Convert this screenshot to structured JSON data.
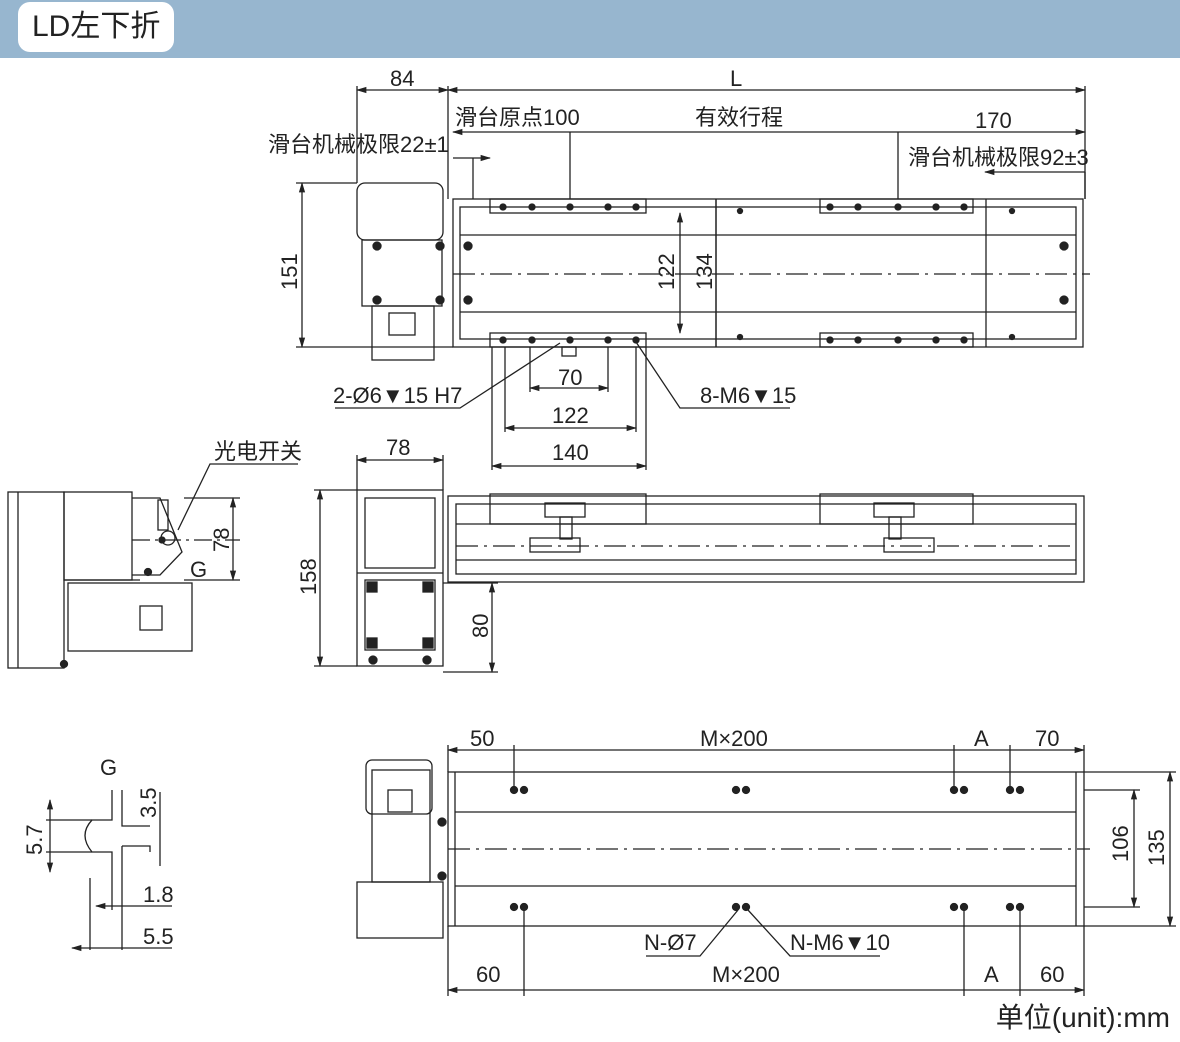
{
  "header": {
    "title": "LD左下折"
  },
  "top_view": {
    "dim_84": "84",
    "dim_L": "L",
    "slide_origin": "滑台原点100",
    "effective_stroke": "有效行程",
    "dim_170": "170",
    "limit_left": "滑台机械极限22±1",
    "limit_right": "滑台机械极限92±3",
    "dim_151": "151",
    "dim_122": "122",
    "dim_134": "134",
    "dim_70": "70",
    "dim_122b": "122",
    "dim_140": "140",
    "hole_callout": "2-Ø6▼15 H7",
    "screw_callout": "8-M6▼15"
  },
  "side_view": {
    "sensor_label": "光电开关",
    "dim_78": "78",
    "dim_78b": "78",
    "detail_ref": "G",
    "dim_158": "158",
    "dim_80": "80"
  },
  "detail_g": {
    "title": "G",
    "dim_3_5": "3.5",
    "dim_5_7": "5.7",
    "dim_1_8": "1.8",
    "dim_5_5": "5.5"
  },
  "bottom_view": {
    "dim_50": "50",
    "dim_Mx200_top": "M×200",
    "dim_A_top": "A",
    "dim_70": "70",
    "dim_106": "106",
    "dim_135": "135",
    "hole_callout": "N-Ø7",
    "screw_callout": "N-M6▼10",
    "dim_60_left": "60",
    "dim_Mx200_bottom": "M×200",
    "dim_A_bottom": "A",
    "dim_60_right": "60"
  },
  "footer": {
    "unit": "单位(unit):mm"
  }
}
